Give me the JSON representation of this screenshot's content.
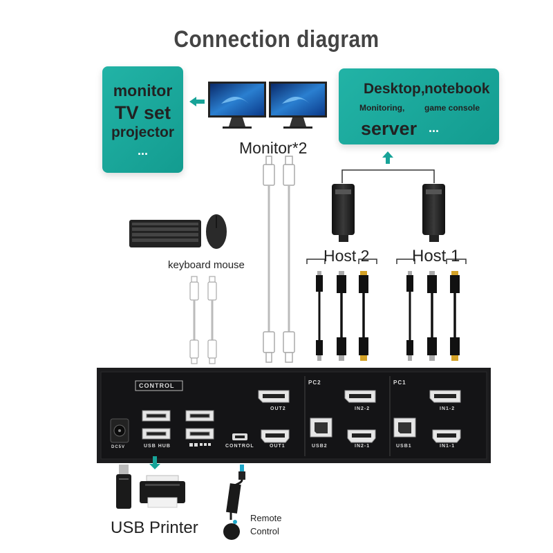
{
  "title": "Connection diagram",
  "display_box": {
    "line1": "monitor",
    "line2": "TV set",
    "line3": "projector",
    "dots": "..."
  },
  "host_box": {
    "desktop": "Desktop,",
    "notebook": "notebook",
    "monitoring": "Monitoring,",
    "game_console": "game console",
    "server": "server",
    "dots": "..."
  },
  "labels": {
    "monitor": "Monitor*2",
    "keyboard_mouse": "keyboard mouse",
    "host2": "Host 2",
    "host1": "Host 1",
    "usb_printer": "USB Printer",
    "remote": "Remote",
    "control": "Control"
  },
  "panel": {
    "control": "CONTROL",
    "dc5v": "DC5V",
    "usb_hub": "USB HUB",
    "control_port": "CONTROL",
    "out2": "OUT2",
    "out1": "OUT1",
    "pc2": "PC2",
    "in2_2": "IN2-2",
    "usb2": "USB2",
    "in2_1": "IN2-1",
    "pc1": "PC1",
    "in1_2": "IN1-2",
    "usb1": "USB1",
    "in1_1": "IN1-1"
  },
  "colors": {
    "teal": "#1aa89b",
    "arrow": "#17a398",
    "panel": "#1c1c1e"
  }
}
